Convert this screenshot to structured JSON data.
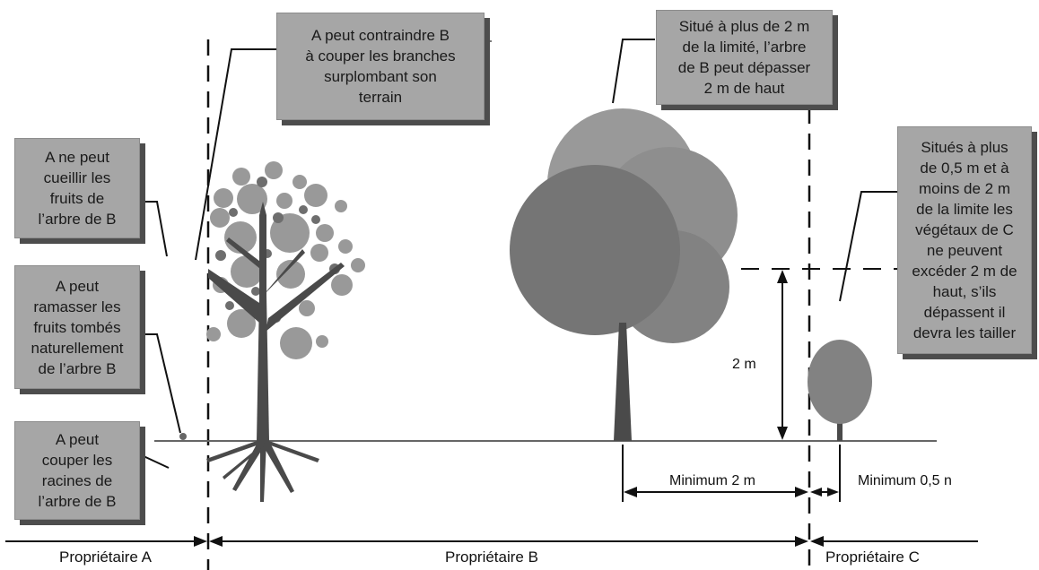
{
  "notes": {
    "top_center": "A peut contraindre B\nà couper les branches\nsurplombant son\nterrain",
    "top_right": "Situé à plus de 2 m\nde la limité, l’arbre\nde B peut dépasser\n2 m de haut",
    "right": "Situés à plus\nde 0,5 m et à\nmoins de 2 m\nde la limite les\nvégétaux de C\nne peuvent\nexcéder 2 m de\nhaut, s’ils\ndépassent il\ndevra les tailler",
    "left_1": "A ne peut\ncueillir les\nfruits de\nl’arbre de B",
    "left_2": "A peut\nramasser les\nfruits tombés\nnaturellement\nde l’arbre B",
    "left_3": "A peut\ncouper les\nracines de\nl’arbre de B"
  },
  "measures": {
    "height": "2 m",
    "min_b": "Minimum 2 m",
    "min_c": "Minimum 0,5 n"
  },
  "owners": {
    "a": "Propriétaire A",
    "b": "Propriétaire B",
    "c": "Propriétaire C"
  },
  "colors": {
    "box": "#a6a6a6",
    "shadow": "#4d4d4d",
    "trunk": "#4a4a4a",
    "canopy_dark": "#757575",
    "canopy_mid": "#8a8a8a",
    "canopy_light": "#999999"
  }
}
